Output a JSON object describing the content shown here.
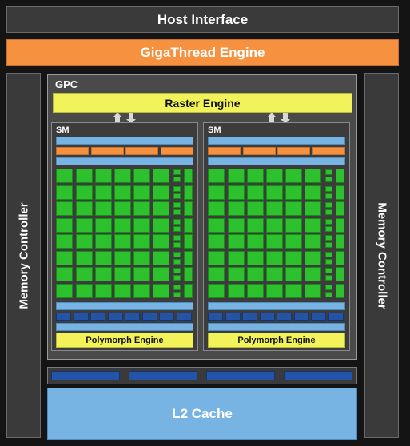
{
  "host_interface": {
    "label": "Host Interface"
  },
  "gigathread": {
    "label": "GigaThread Engine"
  },
  "memory_controller_left": {
    "label": "Memory Controller"
  },
  "memory_controller_right": {
    "label": "Memory Controller"
  },
  "gpc": {
    "label": "GPC",
    "raster_engine": {
      "label": "Raster Engine"
    },
    "sms": [
      {
        "label": "SM",
        "polymorph": "Polymorph Engine"
      },
      {
        "label": "SM",
        "polymorph": "Polymorph Engine"
      }
    ]
  },
  "l2_cache": {
    "label": "L2 Cache"
  },
  "colors": {
    "orange": "#f5913f",
    "yellow": "#f2f25a",
    "green": "#2ec12e",
    "light_blue": "#77b4e3",
    "dark_blue": "#2454a8",
    "gray": "#3a3a3a"
  }
}
